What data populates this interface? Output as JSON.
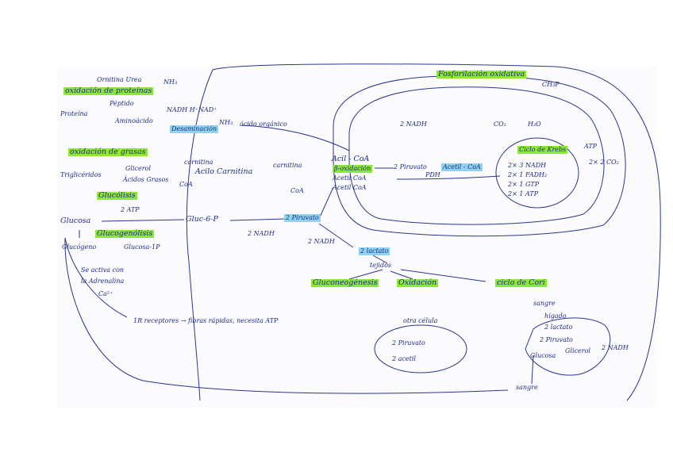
{
  "labels": {
    "ornitina_urea": "Ornitina Urea",
    "nh3_top": "NH₃",
    "oxidacion_proteinas": "oxidación de proteínas",
    "proteina": "Proteína",
    "peptido": "Péptido",
    "aminoacido": "Aminoácido",
    "nadh_h": "NADH H⁺",
    "nadplus": "NAD⁺",
    "desaminacion": "Desaminación",
    "nh3_mid": "NH₃",
    "acido_organico": "ácido orgánico",
    "oxidacion_grasas": "oxidación de grasas",
    "trigliceridos": "Triglicéridos",
    "glicerol": "Glicerol",
    "acidos_grasos": "Ácidos Grasos",
    "coa_left": "CoA",
    "carnitina_left": "carnitina",
    "acilo_carnitina": "Acilo Carnitina",
    "carnitina_right": "carnitina",
    "coa_right": "CoA",
    "acil_coa": "Acil - CoA",
    "beta_oxidacion": "β-oxidación",
    "acetil_coa": "Acetil CoA",
    "acetil_coa_in": "Acetil CoA",
    "glucolisis": "Glucólisis",
    "two_atp": "2 ATP",
    "glucosa": "Glucosa",
    "glucogenolisis": "Glucogenólisis",
    "glucogeno": "Glucógeno",
    "glucosa_1p": "Glucosa-1P",
    "glucosa_6p": "Gluc-6-P",
    "two_nadh_left": "2 NADH",
    "piruvato": "2 Piruvato",
    "phrase_se_activa": "Se activa con",
    "phrase_adrenalina": "la Adrenalina",
    "ca2": "Ca²⁺",
    "receptores": "1R receptores → fibras rápidas, necesita ATP",
    "fosforilacion": "Fosforilación oxidativa",
    "ch3p": "CH₃P",
    "two_nadh_ox": "2 NADH",
    "co2": "CO₂",
    "two_piruvato_ox": "2 Piruvato",
    "acetil_coa_pdh": "Acetil - CoA",
    "pdh": "PDH",
    "h2o": "H₂O",
    "atp_chain": "ATP",
    "krebs_title": "Ciclo de Krebs",
    "k1": "2× 3 NADH",
    "k2": "2× 1 FADH₂",
    "k3": "2× 1 GTP",
    "k4": "2× 1 ATP",
    "two_co2": "2× 2 CO₂",
    "two_nadh_lactato": "2 NADH",
    "lactato": "2 lactato",
    "tejidos": "tejidos",
    "gluconeogenesis": "Gluconeogénesis",
    "oxidacion": "Oxidación",
    "ciclo_cori": "ciclo de Cori",
    "otra_celula": "otra célula",
    "two_piruvato_cell": "2 Piruvato",
    "two_acetil": "2 acetil",
    "higado": "hígado",
    "two_lactato_h": "2 lactato",
    "two_piruvato_h": "2 Piruvato",
    "glicerol_h": "Glicerol",
    "glucosa_h": "Glucosa",
    "two_nadh_h": "2 NADH",
    "sangre_top": "sangre",
    "sangre_bottom": "sangre"
  }
}
